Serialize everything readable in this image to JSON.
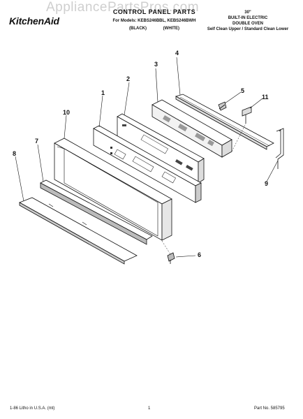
{
  "header": {
    "brand": "KitchenAid",
    "title": "CONTROL PANEL PARTS",
    "models": "For Models: KEBS246BBL, KEBS246BWH",
    "colors": [
      "(BLACK)",
      "(WHITE)"
    ],
    "spec_lines": [
      "30\"",
      "BUILT-IN ELECTRIC",
      "DOUBLE OVEN",
      "Self Clean Upper / Standard Clean Lower"
    ]
  },
  "watermark": "AppliancePartsPros.com",
  "callouts": [
    "1",
    "2",
    "3",
    "4",
    "5",
    "6",
    "7",
    "8",
    "9",
    "10",
    "11"
  ],
  "footer": {
    "left": "1-86 Litho in U.S.A. (mt)",
    "page": "1",
    "part_no": "Part No. 585795"
  }
}
